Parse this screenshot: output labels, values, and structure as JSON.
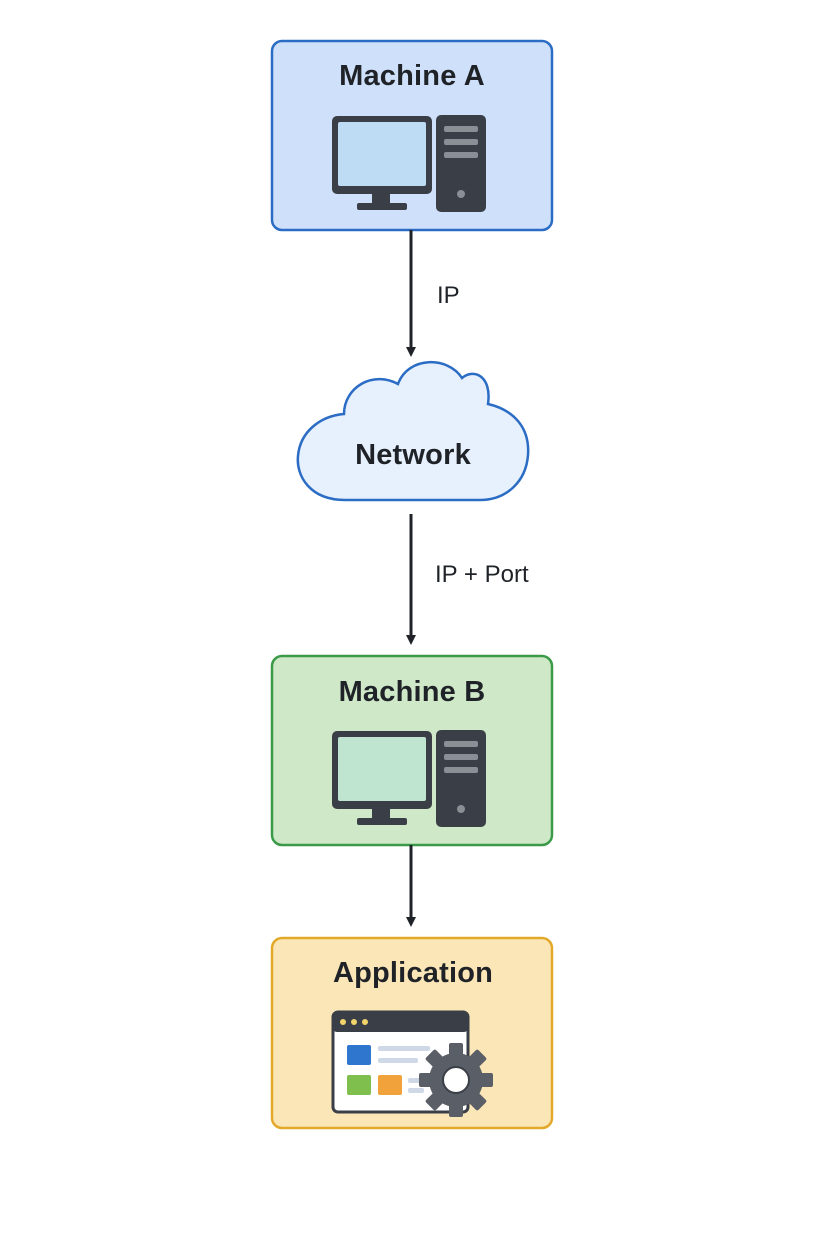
{
  "nodes": {
    "machine_a": {
      "title": "Machine A",
      "fill": "#cfe1fa",
      "stroke": "#2b6cc4"
    },
    "network": {
      "title": "Network",
      "fill": "#e6f1fd",
      "stroke": "#2b6cc4"
    },
    "machine_b": {
      "title": "Machine B",
      "fill": "#cfe9c8",
      "stroke": "#3b9a48"
    },
    "application": {
      "title": "Application",
      "fill": "#fbe6b7",
      "stroke": "#e3a92a"
    }
  },
  "edges": [
    {
      "from": "machine_a",
      "to": "network",
      "label": "IP"
    },
    {
      "from": "network",
      "to": "machine_b",
      "label": "IP + Port"
    },
    {
      "from": "machine_b",
      "to": "application",
      "label": ""
    }
  ],
  "colors": {
    "arrow": "#1f2328",
    "device_dark": "#3a3f47",
    "monitor_screen_a": "#bfdcf5",
    "monitor_screen_b": "#bfe4cf",
    "app_blue": "#2f76cf",
    "app_green": "#7fbf4d",
    "app_orange": "#f2a23a",
    "gear": "#5a5f67"
  },
  "icons": {
    "machine_a": [
      "monitor-icon",
      "tower-icon"
    ],
    "machine_b": [
      "monitor-icon",
      "tower-icon"
    ],
    "network": "cloud-icon",
    "application": [
      "app-window-icon",
      "gear-icon"
    ]
  }
}
